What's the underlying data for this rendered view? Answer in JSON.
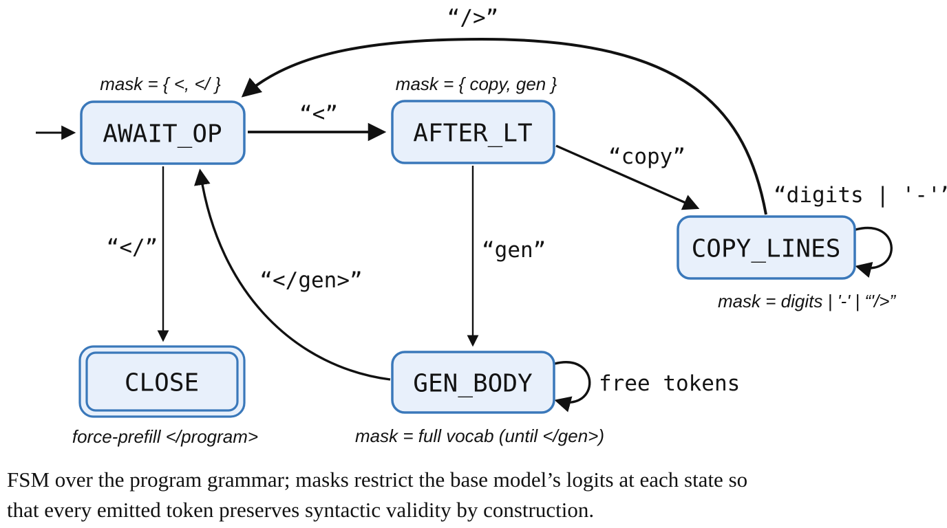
{
  "diagram": {
    "states": {
      "await_op": {
        "label": "AWAIT_OP",
        "mask": "mask = { <, </ }"
      },
      "after_lt": {
        "label": "AFTER_LT",
        "mask": "mask = { copy, gen }"
      },
      "copy_lines": {
        "label": "COPY_LINES",
        "mask": "mask = digits | '-' | “'/>”"
      },
      "gen_body": {
        "label": "GEN_BODY",
        "mask": "mask = full vocab (until </gen>)"
      },
      "close": {
        "label": "CLOSE",
        "note": "force-prefill </program>",
        "accepting": "true"
      }
    },
    "edges": {
      "await_to_after": "“<”",
      "await_to_close": "“</”",
      "after_to_gen": "“gen”",
      "after_to_copy": "“copy”",
      "copy_to_await": "“/>”",
      "gen_to_await": "“</gen>”",
      "copy_self_loop": "“digits | '-'”",
      "gen_self_loop": "free tokens"
    },
    "colors": {
      "node_fill": "#e8f0fb",
      "node_border": "#3a78ba",
      "line": "#111111"
    }
  },
  "caption": {
    "lines": [
      "FSM over the program grammar; masks restrict the base model’s logits at each state so",
      "that every emitted token preserves syntactic validity by construction."
    ]
  }
}
